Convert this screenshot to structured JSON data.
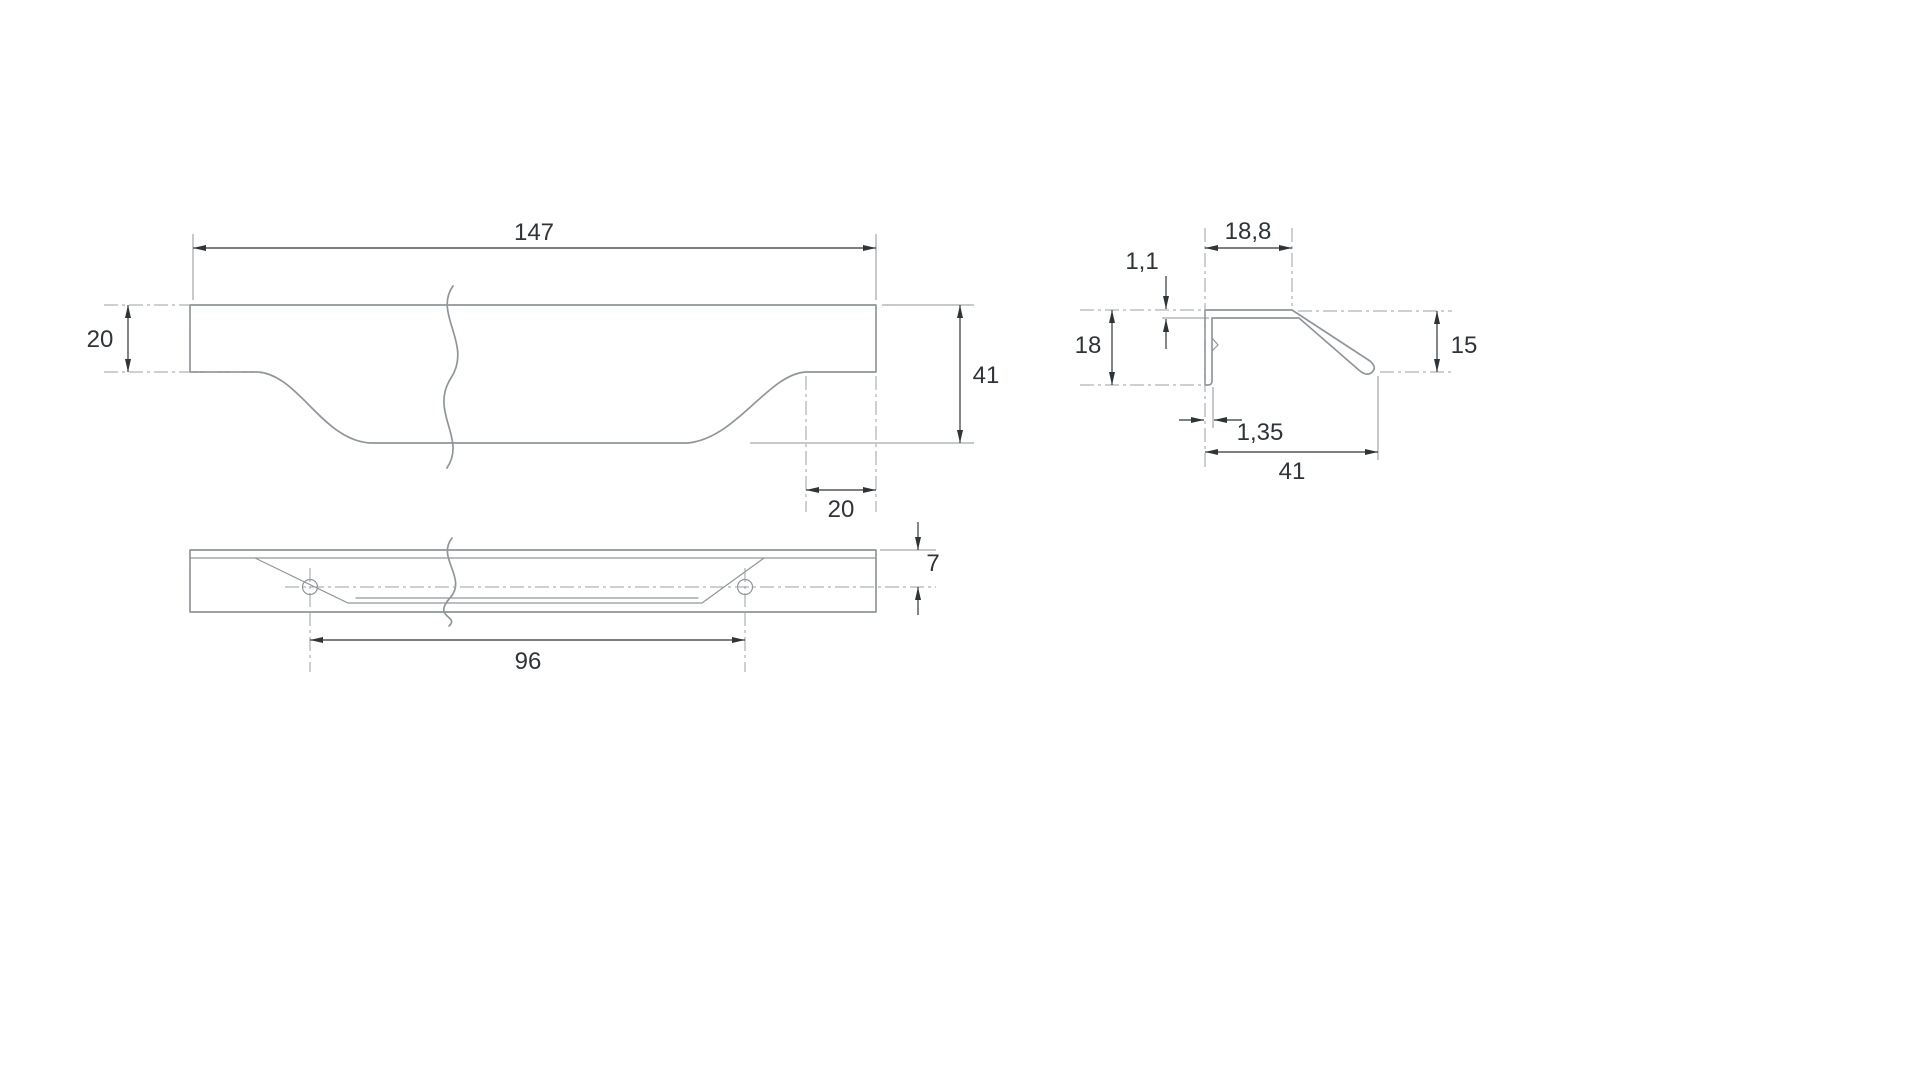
{
  "drawing": {
    "background": "#ffffff",
    "part_line_color": "#8f969b",
    "dimension_color": "#2e3438",
    "dims": {
      "front_length": "147",
      "front_left_height": "20",
      "front_total_height": "41",
      "front_end_flat": "20",
      "bottom_hole_spacing": "96",
      "bottom_edge_offset": "7",
      "side_top_width": "18,8",
      "side_flange_thickness": "1,1",
      "side_back_height": "18",
      "side_lip_height": "15",
      "side_wall_thickness": "1,35",
      "side_total_depth": "41"
    }
  }
}
